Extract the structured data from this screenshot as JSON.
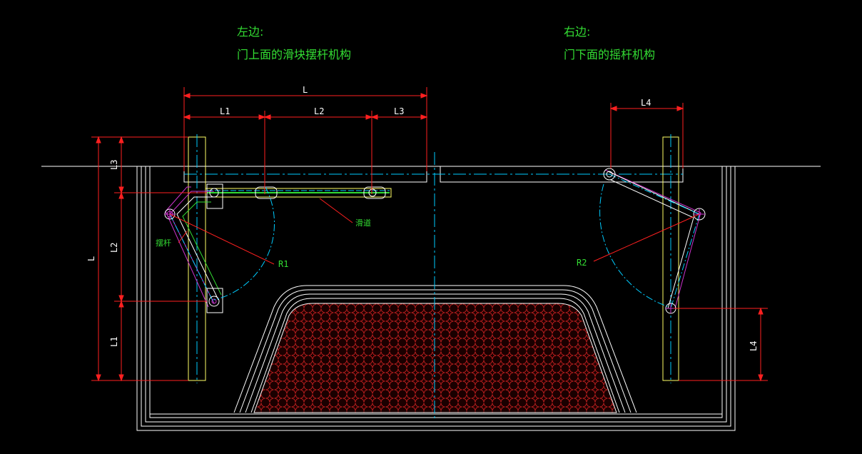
{
  "left_side": {
    "heading": "左边:",
    "subheading": "门上面的滑块摆杆机构",
    "dims": {
      "total": "L",
      "l1": "L1",
      "l2": "L2",
      "l3": "L3"
    },
    "vertical_dims": {
      "total": "L",
      "l3": "L3",
      "l2": "L2",
      "l1": "L1"
    },
    "slideway_label": "滑道",
    "rocker_label": "摆杆",
    "radius_label": "R1"
  },
  "right_side": {
    "heading": "右边:",
    "subheading": "门下面的摇杆机构",
    "dims": {
      "l4_top": "L4",
      "l4_side": "L4"
    },
    "radius_label": "R2"
  },
  "colors": {
    "background": "#000000",
    "outline": "#ffffff",
    "pillar": "#ffff66",
    "centerline": "#00ccff",
    "dimension": "#ff2020",
    "text": "#33dd33",
    "linkage": "#cc33cc",
    "hatch": "#aa1a1a"
  }
}
